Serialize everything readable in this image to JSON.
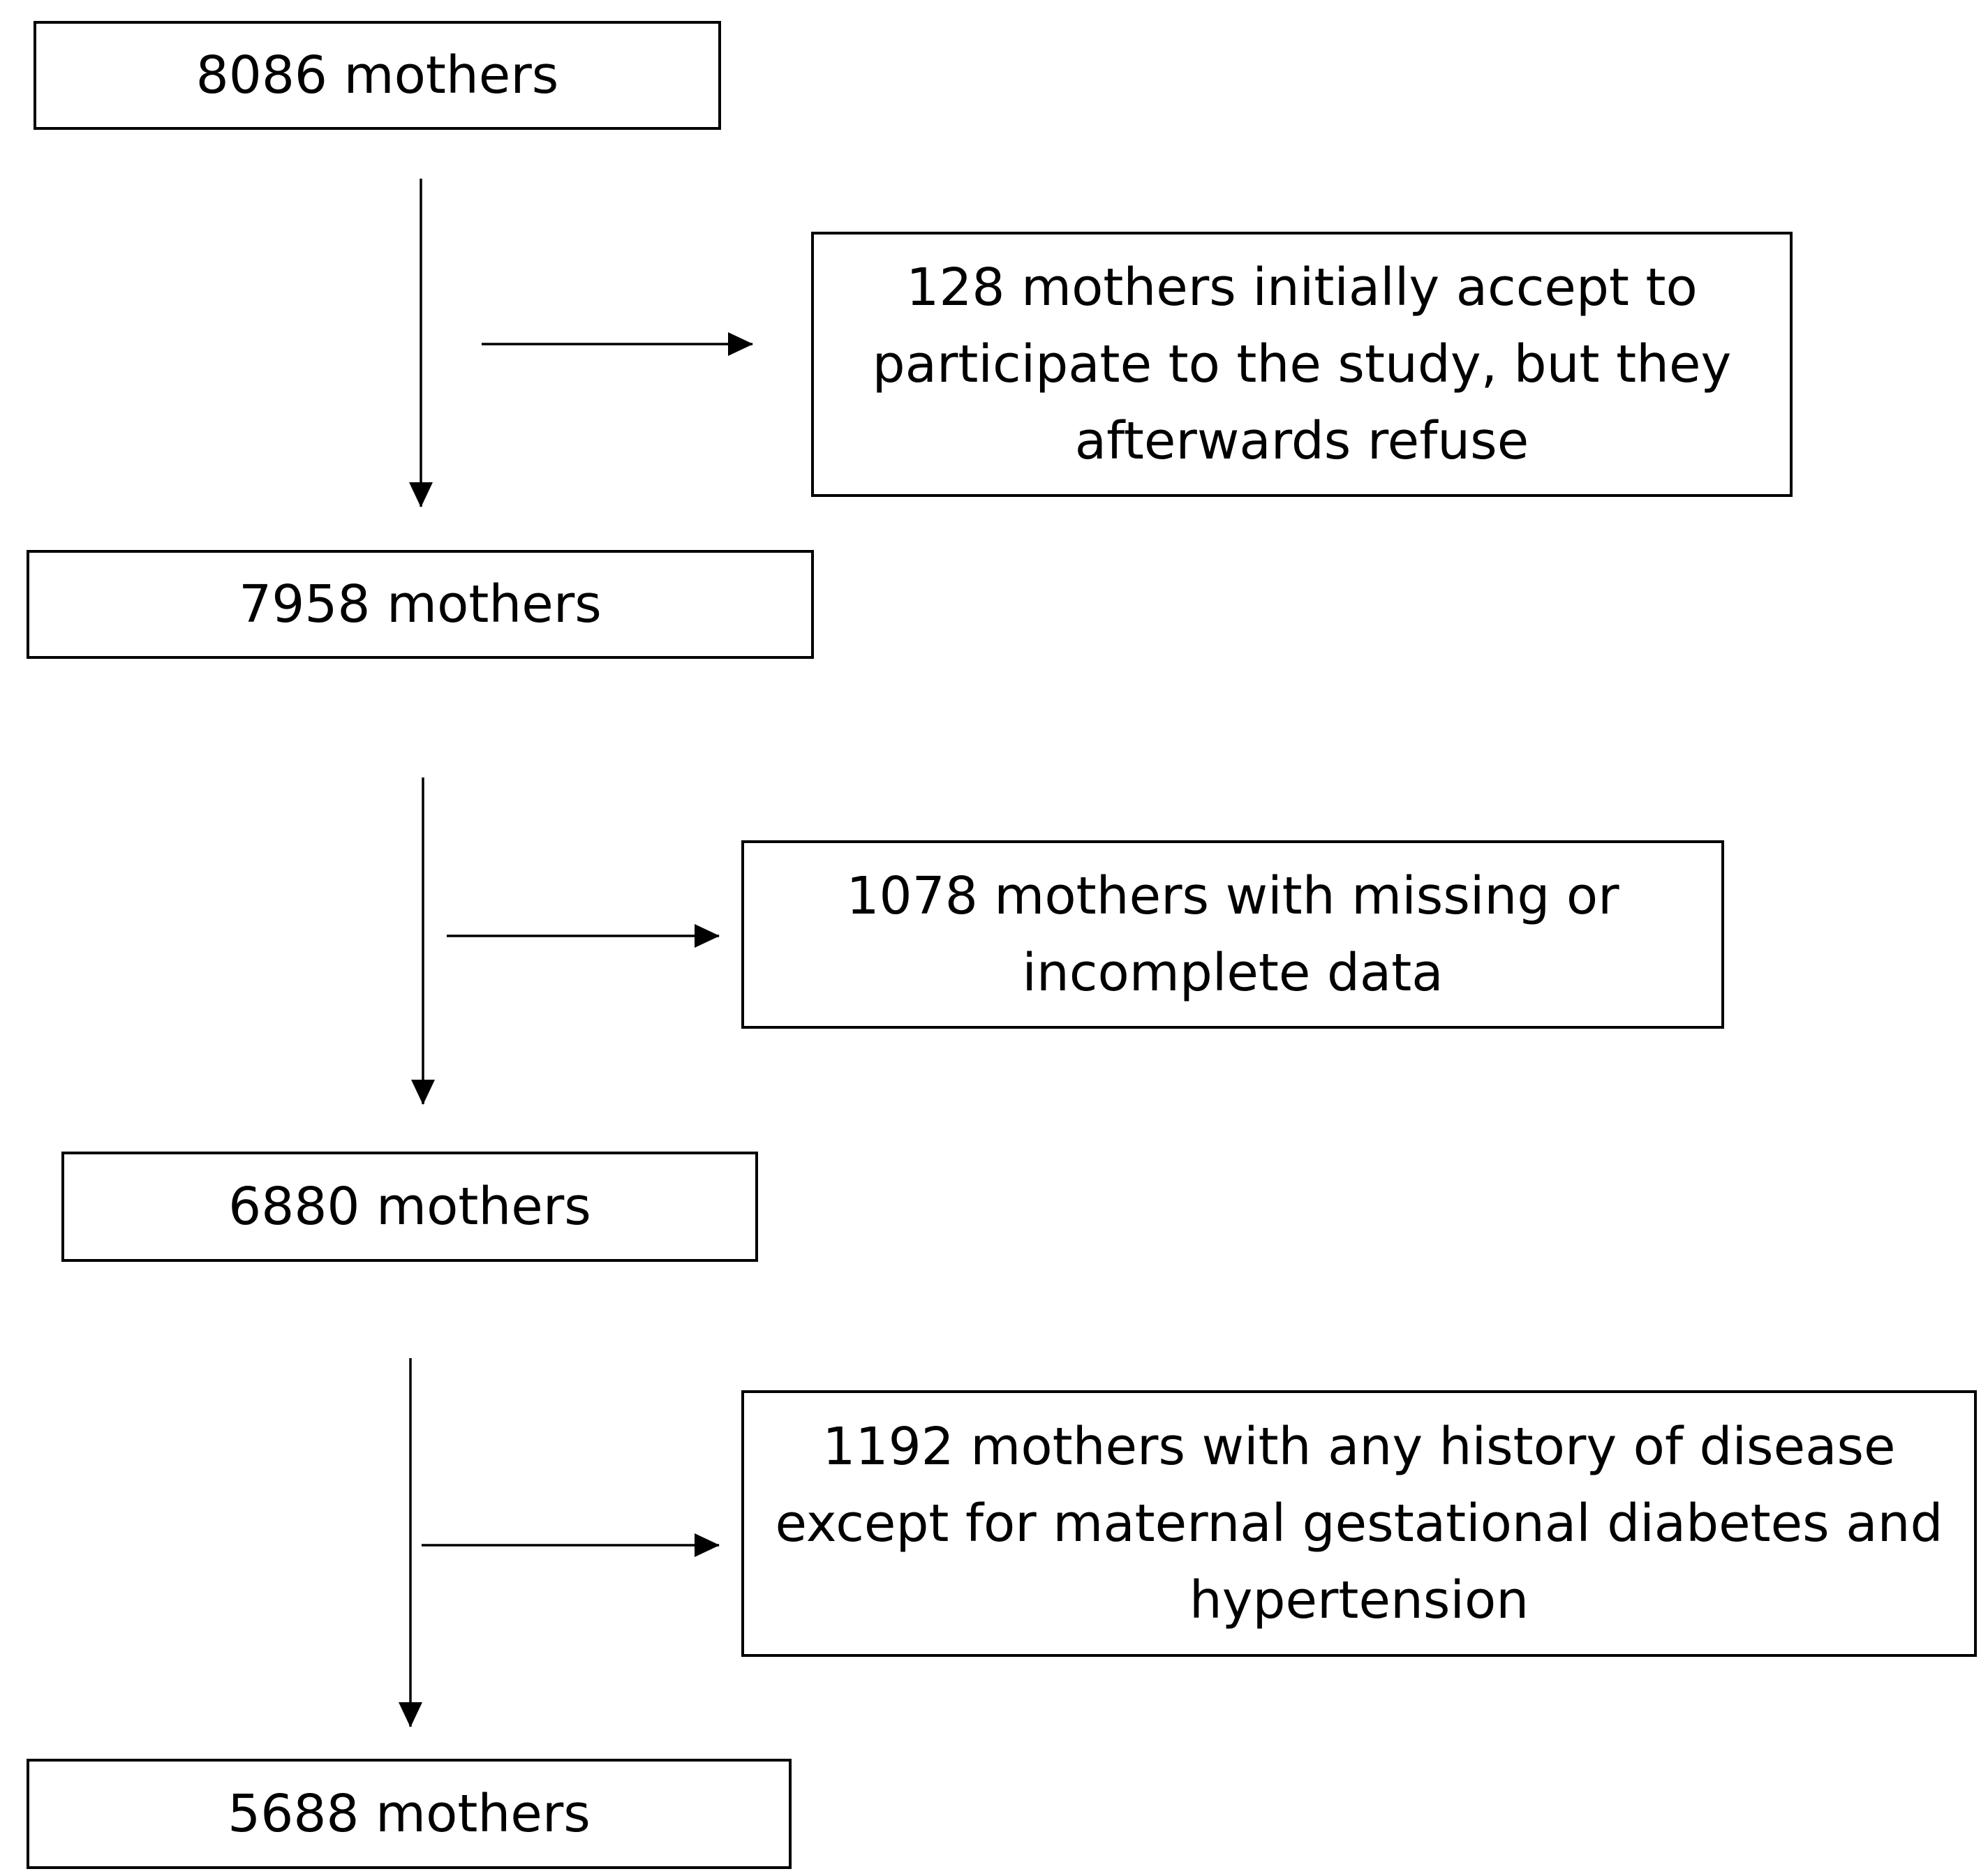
{
  "flowchart": {
    "main_boxes": [
      {
        "id": "main-1",
        "text": "8086 mothers"
      },
      {
        "id": "main-2",
        "text": "7958 mothers"
      },
      {
        "id": "main-3",
        "text": "6880 mothers"
      },
      {
        "id": "main-4",
        "text": "5688 mothers"
      }
    ],
    "exclusion_boxes": [
      {
        "id": "excl-1",
        "lines": [
          "128 mothers  initially accept to",
          "participate to the study, but they",
          "afterwards refuse"
        ]
      },
      {
        "id": "excl-2",
        "lines": [
          "1078 mothers  with missing or",
          "incomplete  data"
        ]
      },
      {
        "id": "excl-3",
        "lines": [
          "1192 mothers  with any history of disease",
          "except for maternal gestational diabetes and",
          "hypertension"
        ]
      }
    ]
  }
}
